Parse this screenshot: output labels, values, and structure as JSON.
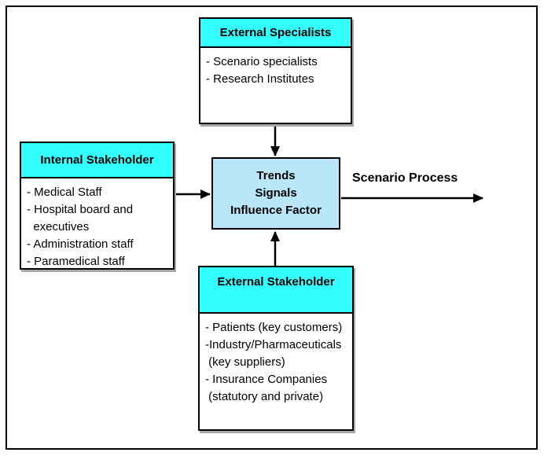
{
  "diagram": {
    "boxes": {
      "external_specialists": {
        "title": "External Specialists",
        "items": [
          "- Scenario specialists",
          "- Research Institutes"
        ]
      },
      "internal_stakeholder": {
        "title": "Internal Stakeholder",
        "items": [
          "- Medical Staff",
          "- Hospital board and",
          "  executives",
          "- Administration staff",
          "- Paramedical staff"
        ]
      },
      "trends_signals": {
        "lines": [
          "Trends",
          "Signals",
          "Influence Factor"
        ]
      },
      "external_stakeholder": {
        "title": "External Stakeholder",
        "items": [
          "- Patients (key customers)",
          "-Industry/Pharmaceuticals",
          " (key suppliers)",
          "- Insurance Companies",
          " (statutory and private)"
        ]
      }
    },
    "labels": {
      "scenario_process": "Scenario Process"
    },
    "colors": {
      "header_fill": "#33FFFF",
      "center_fill": "#B9E6F8",
      "line": "#000000"
    }
  }
}
